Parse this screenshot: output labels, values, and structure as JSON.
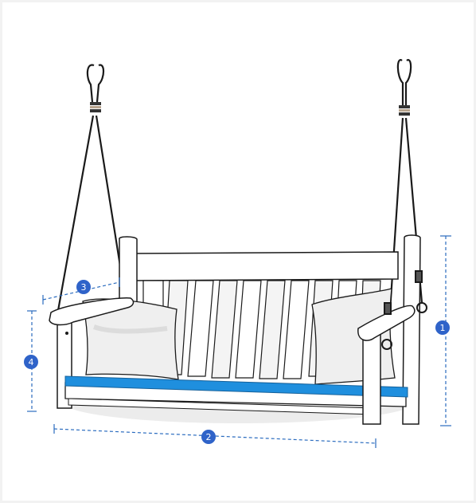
{
  "diagram": {
    "subject": "porch-swing-dimensions",
    "accent_color": "#1f8fde",
    "badge_color": "#2f63c9",
    "measurements": [
      {
        "id": "overall-height",
        "label": "1"
      },
      {
        "id": "overall-width",
        "label": "2"
      },
      {
        "id": "seat-depth",
        "label": "3"
      },
      {
        "id": "seat-height",
        "label": "4"
      }
    ]
  }
}
